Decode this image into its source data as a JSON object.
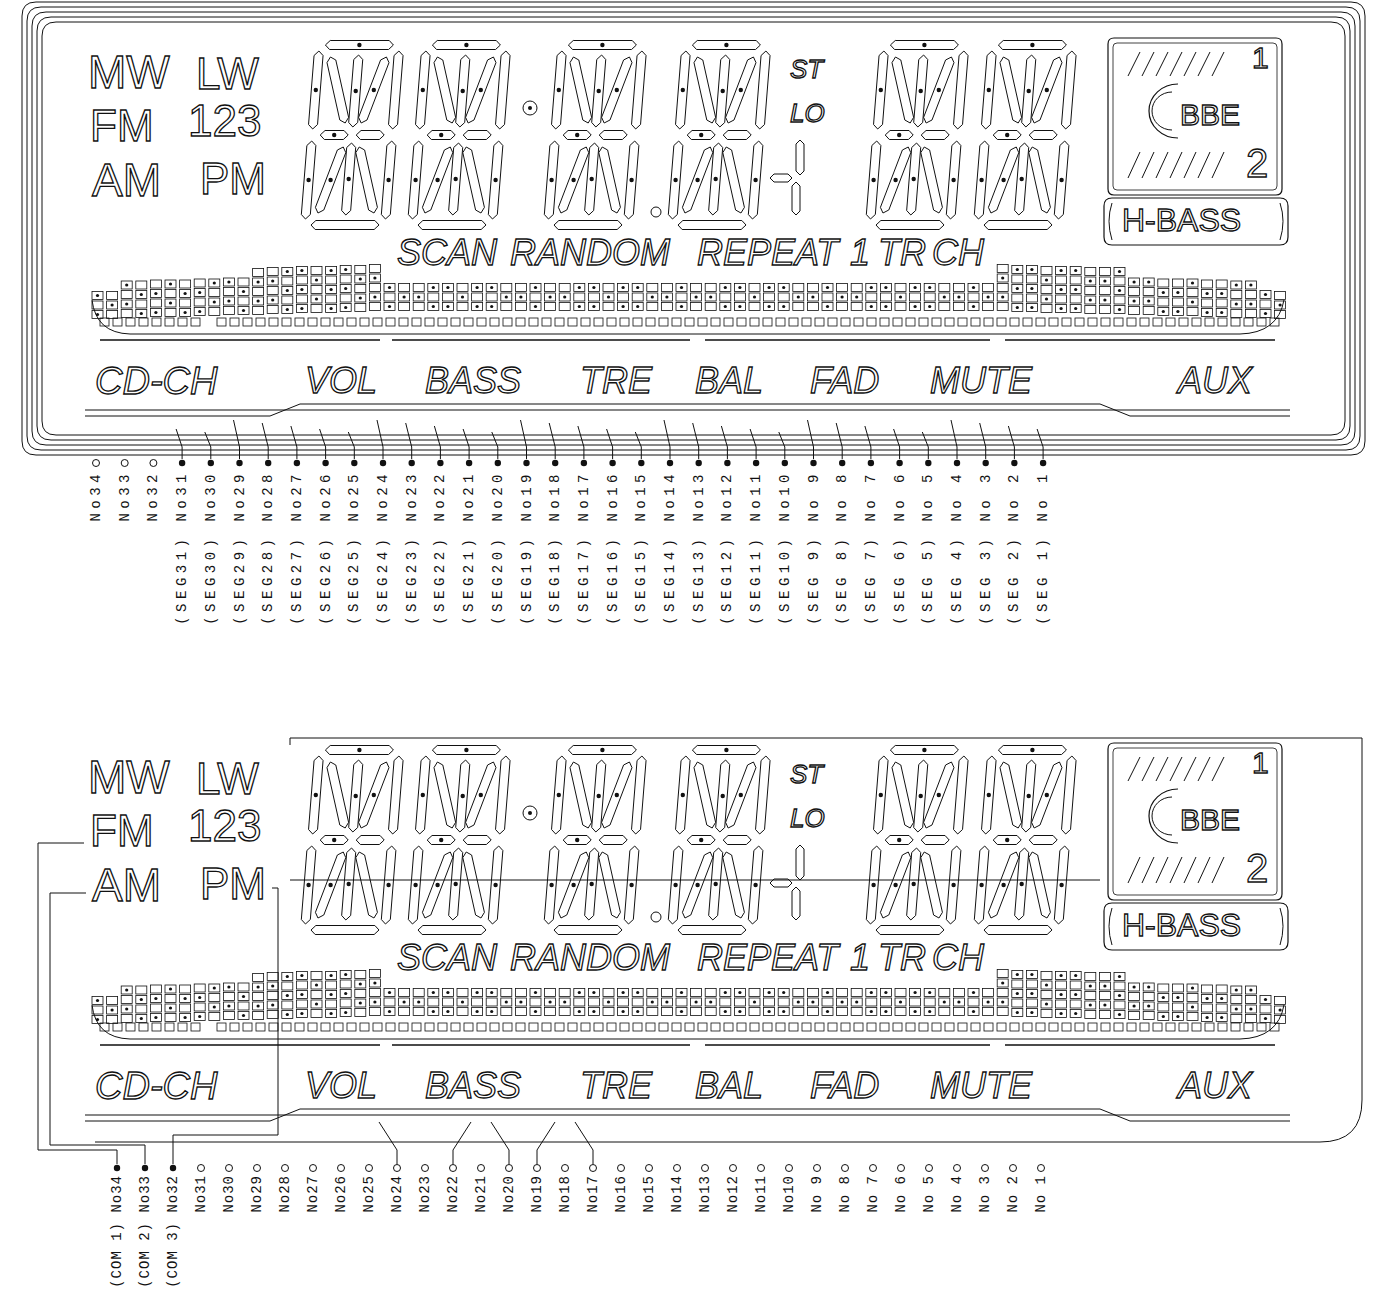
{
  "diagram": {
    "labels": [
      "MW",
      "LW",
      "FM",
      "123",
      "AM",
      "PM",
      "ST",
      "LO",
      "1",
      "BBE",
      "2",
      "H-BASS",
      "SCAN",
      "RANDOM",
      "REPEAT",
      "1",
      "TR",
      "CH",
      "CD-CH",
      "VOL",
      "BASS",
      "TRE",
      "BAL",
      "FAD",
      "MUTE",
      "AUX",
      "No34",
      "No33",
      "No32",
      "(SEG31) No31",
      "(SEG30) No30",
      "(SEG29) No29",
      "(SEG28) No28",
      "(SEG27) No27",
      "(SEG26) No26",
      "(SEG25) No25",
      "(SEG24) No24",
      "(SEG23) No23",
      "(SEG22) No22",
      "(SEG21) No21",
      "(SEG20) No20",
      "(SEG19) No19",
      "(SEG18) No18",
      "(SEG17) No17",
      "(SEG16) No16",
      "(SEG15) No15",
      "(SEG14) No14",
      "(SEG13) No13",
      "(SEG12) No12",
      "(SEG11) No11",
      "(SEG10) No10",
      "(SEG 9) No 9",
      "(SEG 8) No 8",
      "(SEG 7) No 7",
      "(SEG 6) No 6",
      "(SEG 5) No 5",
      "(SEG 4) No 4",
      "(SEG 3) No 3",
      "(SEG 2) No 2",
      "(SEG 1) No 1",
      "MW",
      "LW",
      "FM",
      "123",
      "AM",
      "PM",
      "ST",
      "LO",
      "1",
      "BBE",
      "2",
      "H-BASS",
      "SCAN",
      "RANDOM",
      "REPEAT",
      "1",
      "TR",
      "CH",
      "CD-CH",
      "VOL",
      "BASS",
      "TRE",
      "BAL",
      "FAD",
      "MUTE",
      "AUX",
      "(COM 1) No34",
      "(COM 2) No33",
      "(COM 3) No32",
      "No31",
      "No30",
      "No29",
      "No28",
      "No27",
      "No26",
      "No25",
      "No24",
      "No23",
      "No22",
      "No21",
      "No20",
      "No19",
      "No18",
      "No17",
      "No16",
      "No15",
      "No14",
      "No13",
      "No12",
      "No11",
      "No10",
      "No 9",
      "No 8",
      "No 7",
      "No 6",
      "No 5",
      "No 4",
      "No 3",
      "No 2",
      "No 1"
    ]
  }
}
